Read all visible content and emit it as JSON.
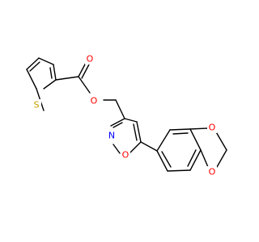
{
  "structure": {
    "atoms": {
      "thiophene_s": {
        "label": "S",
        "color": "#c8a000"
      },
      "carbonyl_o": {
        "label": "O",
        "color": "#ff0000"
      },
      "ester_o": {
        "label": "O",
        "color": "#ff0000"
      },
      "isoxazole_n": {
        "label": "N",
        "color": "#0000ff"
      },
      "isoxazole_o": {
        "label": "O",
        "color": "#ff0000"
      },
      "dioxole_o_top": {
        "label": "O",
        "color": "#ff0000"
      },
      "dioxole_o_bottom": {
        "label": "O",
        "color": "#ff0000"
      }
    },
    "bond_color": "#000000"
  }
}
